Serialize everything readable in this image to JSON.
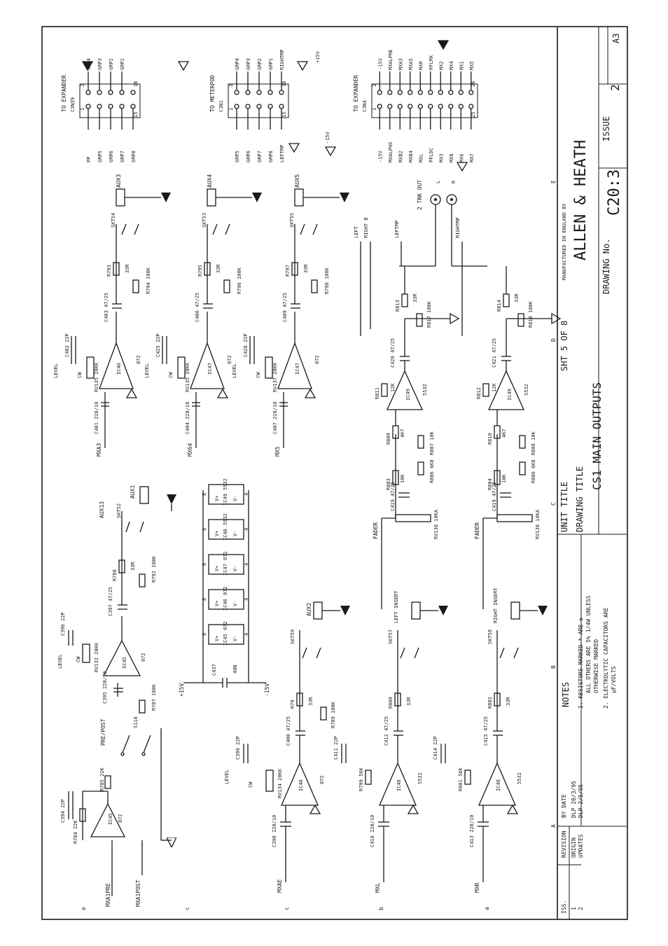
{
  "title_block": {
    "manufactured": "MANUFACTURED IN ENGLAND BY",
    "company": "ALLEN & HEATH",
    "drawing_no_label": "DRAWING No.",
    "drawing_no": "C20:3",
    "issue_label": "ISSUE",
    "issue": "2",
    "size": "A3",
    "unit_title_label": "UNIT TITLE",
    "sheet": "SHT 5 OF 8",
    "drawing_title_label": "DRAWING TITLE",
    "drawing_title": "CS1 MAIN OUTPUTS",
    "notes_label": "NOTES",
    "note1": "1.  RESISTORS MARKED * ARE ±",
    "note1b": "ALL OTHERS ARE 5% 1/4W UNLESS",
    "note1c": "OTHERWISE MARKED",
    "note2": "2.  ELECTROLYTIC CAPACITORS ARE",
    "note2b": "µF/VOLTS",
    "rev_headers": [
      "ISS.",
      "REVISION",
      "BY",
      "DATE"
    ],
    "revisions": [
      {
        "iss": "1",
        "revision": "ORIGIN",
        "by": "DLP",
        "date": "20/3/95"
      },
      {
        "iss": "2",
        "revision": "UPDATES",
        "by": "DLP",
        "date": "2/5/95"
      }
    ]
  },
  "grid": {
    "rows": [
      "e",
      "c",
      "c",
      "b",
      "a"
    ],
    "cols": [
      "A",
      "B",
      "C",
      "D",
      "E"
    ]
  },
  "connectors": [
    {
      "id": "cn39",
      "title": "TO EXPANDER",
      "ref": "C3N39",
      "left": [
        "PP",
        "GRP5",
        "GRP6",
        "GRP7",
        "GRP8"
      ],
      "right": [
        "GRP4",
        "GRP3",
        "GRP2",
        "GRP1"
      ],
      "pin_a": "2",
      "pin_b": "1",
      "pin_c": "16",
      "pin_d": "15"
    },
    {
      "id": "cn1",
      "title": "TO METERPOD",
      "ref": "C3N1",
      "left": [
        "GRP5",
        "GRP6",
        "GRP7",
        "GRP8",
        "LEFTMP"
      ],
      "right": [
        "GRP4",
        "GRP3",
        "GRP2",
        "GRP1",
        "RIGHTMP"
      ],
      "supply_a": "+15V",
      "supply_b": "-15V",
      "pin_a": "2",
      "pin_b": "1",
      "pin_c": "16",
      "pin_d": "15"
    },
    {
      "id": "cn4",
      "title": "TO EXPANDER",
      "ref": "C3N4",
      "left": [
        "-15V",
        "MXALPHS",
        "MXB2",
        "MXB4",
        "MXL",
        "PFLDC",
        "MX3",
        "MX8",
        "MX6",
        "MX7"
      ],
      "right": [
        "-15V",
        "MXALPRE",
        "MXA3",
        "MXA5",
        "MXR",
        "PFLMX",
        "MX2",
        "MX4",
        "MX1",
        "MX5"
      ],
      "pin_a": "2",
      "pin_b": "1",
      "pin_c": "26",
      "pin_d": "25"
    }
  ],
  "aux_sends": [
    {
      "out": "AUX3",
      "jack": "SKT54",
      "in": "MXA3",
      "ic": "IC46",
      "ic_type": "072",
      "pot": "RV135",
      "pot_val": "20KK",
      "cap_fb": "C402",
      "cap_fb_val": "22P",
      "cap_in": "C401",
      "cap_in_val": "220/10",
      "cap_out": "C403",
      "cap_out_val": "47/25",
      "r_s": "R793",
      "r_s_val": "33R",
      "r_l": "R794",
      "r_l_val": "100K",
      "level": "LEVEL",
      "cw": "CW"
    },
    {
      "out": "AUX4",
      "jack": "SKT53",
      "in": "MX64",
      "ic": "IC47",
      "ic_type": "072",
      "pot": "RV135",
      "pot_val": "20KK",
      "cap_fb": "C425",
      "cap_fb_val": "22P",
      "cap_in": "C404",
      "cap_in_val": "220/10",
      "cap_out": "C406",
      "cap_out_val": "47/25",
      "r_s": "R795",
      "r_s_val": "33R",
      "r_l": "R796",
      "r_l_val": "100K",
      "level": "LEVEL",
      "cw": "CW"
    },
    {
      "out": "AUX5",
      "jack": "SKT55",
      "in": "MX5",
      "ic": "IC47",
      "ic_type": "072",
      "pot": "RV137",
      "pot_val": "20KK",
      "cap_fb": "C428",
      "cap_fb_val": "22P",
      "cap_in": "C407",
      "cap_in_val": "220/10",
      "cap_out": "C409",
      "cap_out_val": "47/25",
      "r_s": "R797",
      "r_s_val": "33R",
      "r_l": "R798",
      "r_l_val": "100K",
      "level": "LEVEL",
      "cw": "CW"
    }
  ],
  "aux1": {
    "out": "AUX1",
    "out2": "AUX13",
    "jack": "SKT52",
    "switch": "S118",
    "switch_label": "PRE/POST",
    "in_pre": "MXA1PRE",
    "in_post": "MXA1POST",
    "ic_a": "IC45",
    "ic_b": "IC45",
    "ic_type": "072",
    "r784": "R784",
    "r784_val": "22K",
    "c394": "C394",
    "c394_val": "22P",
    "r785": "R785",
    "r785_val": "22K",
    "c395": "C395",
    "c395_val": "220/10",
    "r787": "R787",
    "r787_val": "100K",
    "pot": "RV132",
    "pot_val": "20KK",
    "c396": "C396",
    "c396_val": "22P",
    "c397": "C397",
    "c397_val": "47/25",
    "r788": "R788",
    "r788_val": "33R",
    "r792": "R792",
    "r792_val": "100K",
    "level": "LEVEL",
    "cw": "CW"
  },
  "power": {
    "pos": "+15V",
    "neg": "-15V",
    "cap": "C437",
    "cap_val": "40N",
    "ics": [
      {
        "ref": "IC45",
        "type": "072",
        "pin_top": "8",
        "pin_bot": "4",
        "vp": "V+",
        "vm": "V-"
      },
      {
        "ref": "IC46",
        "type": "072",
        "pin_top": "8",
        "pin_bot": "4",
        "vp": "V+",
        "vm": "V-"
      },
      {
        "ref": "IC47",
        "type": "072",
        "pin_top": "8",
        "pin_bot": "4",
        "vp": "V+",
        "vm": "V-"
      },
      {
        "ref": "IC48",
        "type": "5532",
        "pin_top": "8",
        "pin_bot": "4",
        "vp": "V+",
        "vm": "V-"
      },
      {
        "ref": "IC49",
        "type": "5532",
        "pin_top": "8",
        "pin_bot": "4",
        "vp": "V+",
        "vm": "V-"
      }
    ]
  },
  "main_mix": [
    {
      "in": "MXAE",
      "ic": "IC46",
      "ic_type": "072",
      "pot": "RV134",
      "pot_val": "20KK",
      "cap_fb": "C399",
      "cap_fb_val": "22P",
      "cap_in": "C398",
      "cap_in_val": "220/10",
      "cap_out": "C400",
      "cap_out_val": "47/25",
      "r_s": "R79",
      "r_s_val": "33R",
      "r_l": "R789",
      "r_l_val": "100K",
      "jack": "SKT59",
      "out": "AUX2",
      "level": "LEVEL",
      "cw": "CW"
    },
    {
      "in": "MXL",
      "ic": "IC48",
      "ic_type": "5532",
      "r_fb": "R799",
      "r_fb_val": "56K",
      "cap_fb": "C411",
      "cap_fb_val": "22P",
      "cap_in": "C410",
      "cap_in_val": "220/10",
      "cap_out": "C412",
      "cap_out_val": "47/25",
      "r_s": "R800",
      "r_s_val": "33R",
      "jack": "SKT57",
      "insert": "LEFT INSERT"
    },
    {
      "in": "MXR",
      "ic": "IC48",
      "ic_type": "5532",
      "r_fb": "R801",
      "r_fb_val": "56K",
      "cap_fb": "C414",
      "cap_fb_val": "22P",
      "cap_in": "C413",
      "cap_in_val": "220/10",
      "cap_out": "C415",
      "cap_out_val": "47/25",
      "r_s": "R802",
      "r_s_val": "33R",
      "jack": "SKT58",
      "insert": "RIGHT INSERT"
    }
  ],
  "fader_chains": [
    {
      "fader": "FADER",
      "rv": "RV138",
      "rv_val": "10KA",
      "r_a": "R803",
      "r_a_val": "10K",
      "c_a": "C419",
      "c_a_val": "47/25",
      "r_b": "R806",
      "r_b_val": "6K8",
      "r_c": "R807",
      "r_c_val": "10K",
      "r_d": "R809",
      "r_d_val": "4K7",
      "r_e": "R811",
      "r_e_val": "12K",
      "ic": "IC49",
      "ic_type": "5532",
      "cap_out": "C420",
      "cap_out_val": "47/25",
      "r_s": "R813",
      "r_s_val": "33R",
      "r_l": "R817",
      "r_l_val": "100K",
      "tap1": "LEFT",
      "tap2": "RIGHT B",
      "tap3": "LEFTMP"
    },
    {
      "fader": "FADER",
      "rv": "RV138",
      "rv_val": "10KA",
      "r_a": "R804",
      "r_a_val": "10K",
      "c_a": "C419",
      "c_a_val": "47/25",
      "r_b": "R806",
      "r_b_val": "6K8",
      "r_c": "R808",
      "r_c_val": "10K",
      "r_d": "R810",
      "r_d_val": "4K7",
      "r_e": "R812",
      "r_e_val": "12K",
      "ic": "IC49",
      "ic_type": "5532",
      "cap_out": "C421",
      "cap_out_val": "47/25",
      "r_s": "R814",
      "r_s_val": "33R",
      "r_l": "R818",
      "r_l_val": "100K",
      "tap1": "RIGHTMP"
    }
  ],
  "trk": {
    "label": "2 TRK OUT",
    "l": "L",
    "r": "R"
  }
}
